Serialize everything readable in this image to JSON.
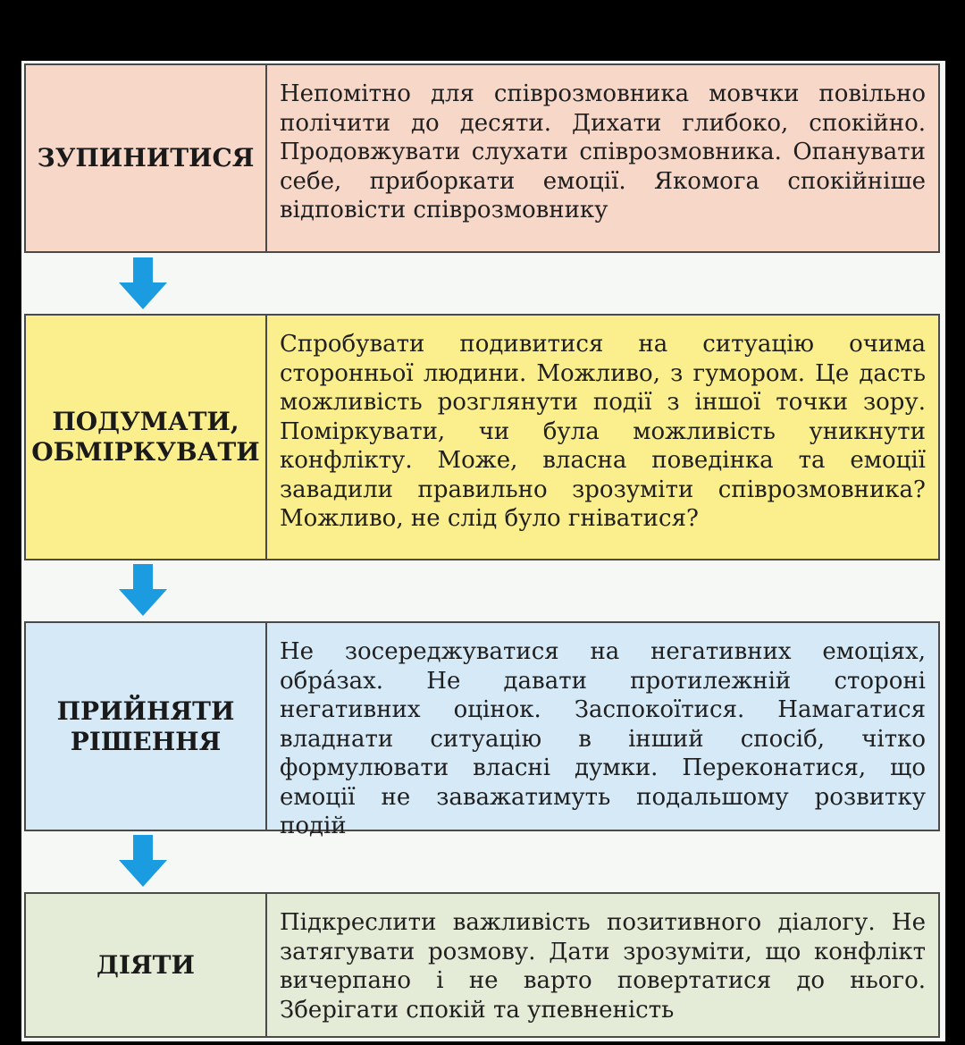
{
  "steps": [
    {
      "label": "ЗУПИНИТИСЯ",
      "text": "Непомітно для співрозмовника мовчки повільно полічити до десяти. Дихати глибоко, спокійно. Продовжувати слухати співрозмовника. Опанувати себе, приборкати емоції. Якомога спокійніше відповісти співрозмовнику",
      "color": "#f7d7c8"
    },
    {
      "label": "ПОДУМАТИ,\nОБМІРКУВАТИ",
      "text": "Спробувати подивитися на ситуацію очима сторонньої людини. Можливо, з гумором. Це дасть можливість розглянути події з іншої точки зору. Поміркувати, чи була можливість уникнути конфлікту. Може, власна поведінка та емоції завадили правильно зрозуміти співрозмовника? Можливо, не слід було гніватися?",
      "color": "#fbee8c"
    },
    {
      "label": "ПРИЙНЯТИ\nРІШЕННЯ",
      "text": "Не зосереджуватися на негативних емоціях, обра́зах. Не давати протилежній стороні негативних оцінок. Заспокоїтися. Намагатися владнати ситуацію в інший спосіб, чітко формулювати власні думки. Переконатися, що емоції не заважатимуть подальшому розвитку подій",
      "color": "#d5e9f6"
    },
    {
      "label": "ДІЯТИ",
      "text": "Підкреслити важливість позитивного діалогу. Не затягувати розмову. Дати зрозуміти, що конфлікт вичерпано і не варто повертатися до нього. Зберігати спокій та упевненість",
      "color": "#e4ebd6"
    }
  ],
  "arrow_color": "#1b9be0"
}
